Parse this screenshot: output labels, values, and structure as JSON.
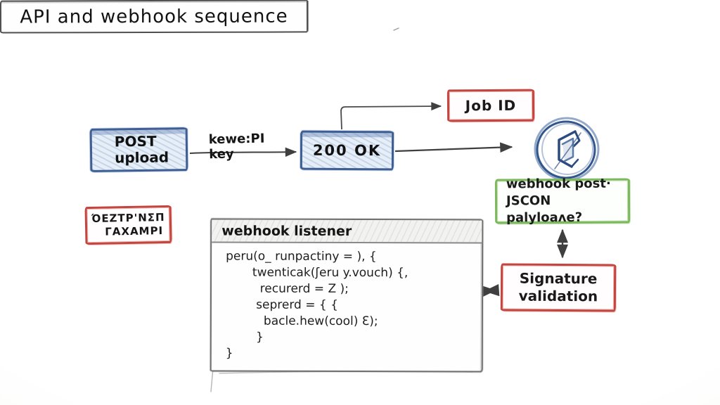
{
  "title": {
    "text": "API and webhook sequence"
  },
  "nodes": {
    "post_upload": {
      "line1": "POST",
      "line2": "upload"
    },
    "status_ok": {
      "label": "200 OK"
    },
    "job_id": {
      "label": "Job ID"
    },
    "webhook_post": {
      "line1": "webhook post·",
      "line2": "JSCON palyloaʌe?"
    },
    "signature_validation": {
      "line1": "Signature",
      "line2": "validation"
    },
    "retry_garbled": {
      "line1": "ΌΕΖΤΡ'ΝΣΠ",
      "line2": "ΓΑΧΑΜΡΙ"
    },
    "service_logo": {
      "icon": "cube-logo-icon"
    }
  },
  "edges": {
    "api_key_label": "kewe:PI key"
  },
  "code_window": {
    "title": "webhook listener",
    "lines": [
      "peru(o_ runpactiny = ), {",
      "       twenticak(ʃeru y.vouch) {,",
      "         recurerd = Z );",
      "        seprerd = { {",
      "          bacle.hew(cool) Ɛ);",
      "        }",
      "}"
    ]
  },
  "colors": {
    "blue_border": "#3e5e94",
    "blue_fill": "#e6eef8",
    "red_border": "#c4453e",
    "green_border": "#7cb85c",
    "arrow": "#3f3f3f",
    "logo_blue": "#2b4b80",
    "ink": "#1a1a1a"
  }
}
